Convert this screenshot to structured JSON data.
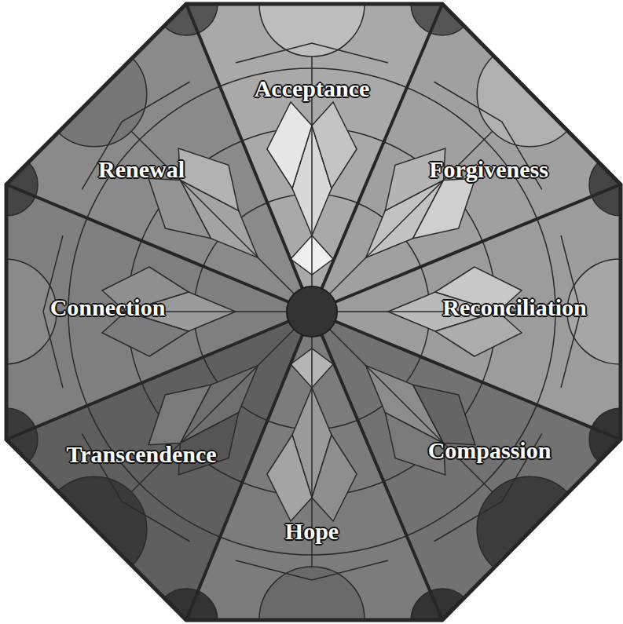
{
  "diagram": {
    "labels": [
      "Acceptance",
      "Forgiveness",
      "Reconciliation",
      "Compassion",
      "Hope",
      "Transcendence",
      "Connection",
      "Renewal"
    ]
  }
}
